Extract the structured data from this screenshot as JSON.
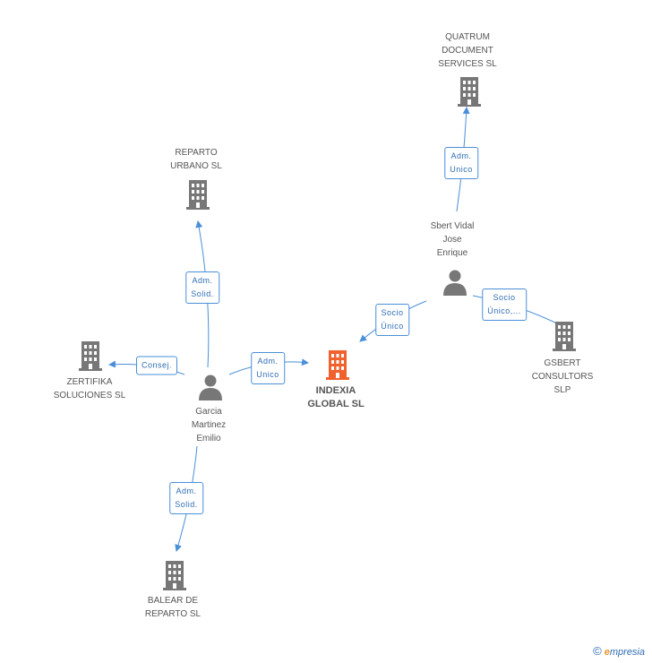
{
  "nodes": {
    "quatrum": {
      "label": "QUATRUM\nDOCUMENT\nSERVICES SL",
      "kind": "company"
    },
    "reparto": {
      "label": "REPARTO\nURBANO SL",
      "kind": "company"
    },
    "sbert": {
      "label": "Sbert Vidal\nJose\nEnrique",
      "kind": "person"
    },
    "zertifika": {
      "label": "ZERTIFIKA\nSOLUCIONES SL",
      "kind": "company"
    },
    "indexia": {
      "label": "INDEXIA\nGLOBAL SL",
      "kind": "company-main"
    },
    "garcia": {
      "label": "Garcia\nMartinez\nEmilio",
      "kind": "person"
    },
    "gsbert": {
      "label": "GSBERT\nCONSULTORS\nSLP",
      "kind": "company"
    },
    "balear": {
      "label": "BALEAR DE\nREPARTO  SL",
      "kind": "company"
    }
  },
  "edges": {
    "sbert_quatrum": "Adm.\nUnico",
    "garcia_reparto": "Adm.\nSolid.",
    "garcia_zertifika": "Consej.",
    "garcia_indexia": "Adm.\nUnico",
    "sbert_indexia": "Socio\nÚnico",
    "sbert_gsbert": "Socio\nÚnico,...",
    "garcia_balear": "Adm.\nSolid."
  },
  "colors": {
    "edge": "#4a8fd8",
    "company": "#777777",
    "main": "#f0612d",
    "person": "#777777"
  },
  "footer": {
    "copyright": "©",
    "brand_first": "e",
    "brand_rest": "mpresia"
  }
}
